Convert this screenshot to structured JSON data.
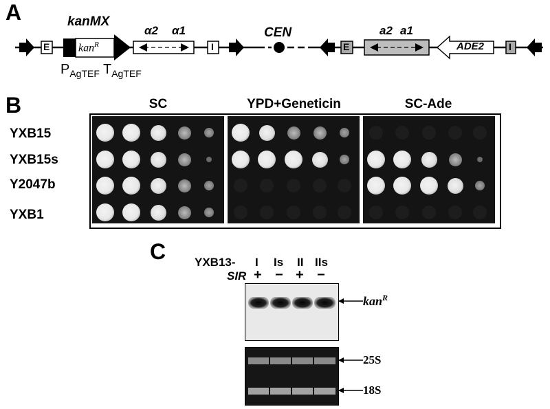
{
  "panel_a": {
    "letter": "A",
    "gene_label": "kanMX",
    "kan_label": "kan",
    "kan_sup": "R",
    "alpha2": "α2",
    "alpha1": "α1",
    "cen": "CEN",
    "a2": "a2",
    "a1": "a1",
    "ade2": "ADE2",
    "box_e": "E",
    "box_i": "I",
    "promoter": "P",
    "promoter_sub": "AgTEF",
    "terminator": "T",
    "terminator_sub": "AgTEF"
  },
  "panel_b": {
    "letter": "B",
    "conditions": [
      "SC",
      "YPD+Geneticin",
      "SC-Ade"
    ],
    "strains": [
      "YXB15",
      "YXB15s",
      "Y2047b",
      "YXB1"
    ],
    "growth": [
      [
        [
          5,
          5,
          4,
          3,
          2
        ],
        [
          5,
          4,
          3,
          3,
          2
        ],
        [
          0,
          0,
          0,
          0,
          0
        ]
      ],
      [
        [
          5,
          5,
          4,
          3,
          1
        ],
        [
          5,
          5,
          5,
          4,
          2
        ],
        [
          5,
          5,
          4,
          3,
          1
        ]
      ],
      [
        [
          5,
          5,
          4,
          3,
          2
        ],
        [
          0,
          0,
          0,
          0,
          0
        ],
        [
          5,
          5,
          5,
          4,
          2
        ]
      ],
      [
        [
          5,
          5,
          4,
          3,
          2
        ],
        [
          0,
          0,
          0,
          0,
          0
        ],
        [
          0,
          0,
          0,
          0,
          0
        ]
      ]
    ]
  },
  "panel_c": {
    "letter": "C",
    "strain_prefix": "YXB13-",
    "lanes": [
      "I",
      "Is",
      "II",
      "IIs"
    ],
    "sir_label": "SIR",
    "sir_status": [
      "+",
      "−",
      "+",
      "−"
    ],
    "kan_label": "kan",
    "kan_sup": "R",
    "rrna_bands": [
      "25S",
      "18S"
    ]
  }
}
